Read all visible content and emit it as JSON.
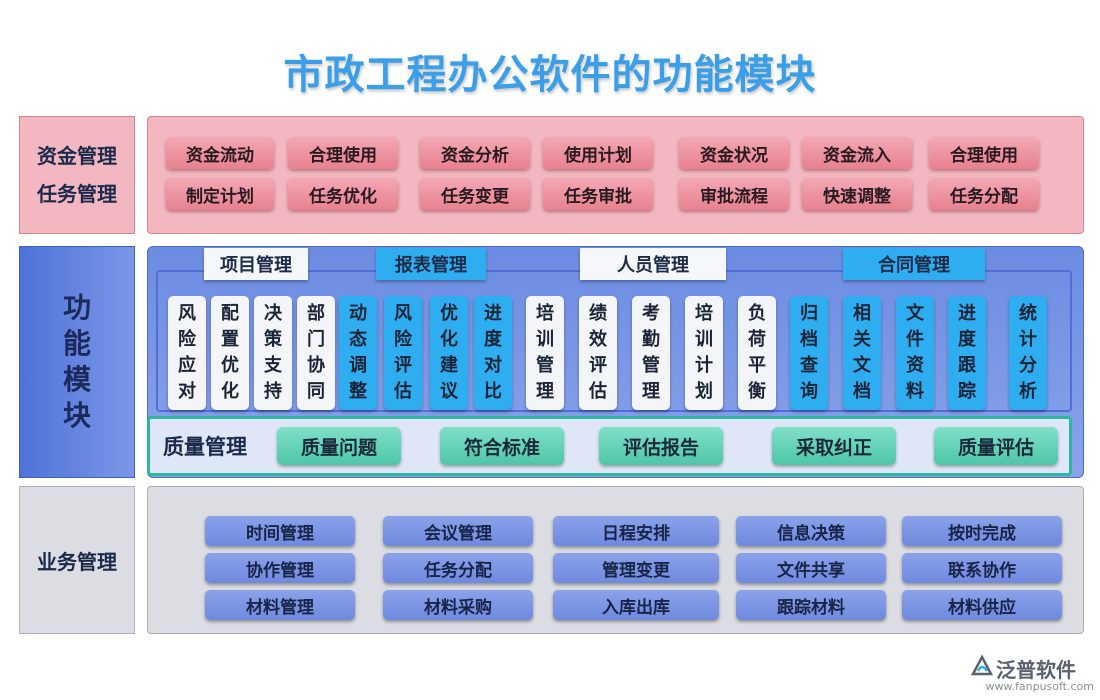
{
  "title": "市政工程办公软件的功能模块",
  "fund_section": {
    "label_line1": "资金管理",
    "label_line2": "任务管理",
    "row1": [
      "资金流动",
      "合理使用",
      "资金分析",
      "使用计划",
      "资金状况",
      "资金流入",
      "合理使用"
    ],
    "row2": [
      "制定计划",
      "任务优化",
      "任务变更",
      "任务审批",
      "审批流程",
      "快速调整",
      "任务分配"
    ]
  },
  "function_section": {
    "label": [
      "功",
      "能",
      "模",
      "块"
    ],
    "groups": [
      "项目管理",
      "报表管理",
      "人员管理",
      "合同管理"
    ],
    "items": [
      {
        "text": "风险应对",
        "style": "white"
      },
      {
        "text": "配置优化",
        "style": "white"
      },
      {
        "text": "决策支持",
        "style": "white"
      },
      {
        "text": "部门协同",
        "style": "white"
      },
      {
        "text": "动态调整",
        "style": "blue"
      },
      {
        "text": "风险评估",
        "style": "blue"
      },
      {
        "text": "优化建议",
        "style": "blue"
      },
      {
        "text": "进度对比",
        "style": "blue"
      },
      {
        "text": "培训管理",
        "style": "white"
      },
      {
        "text": "绩效评估",
        "style": "white"
      },
      {
        "text": "考勤管理",
        "style": "white"
      },
      {
        "text": "培训计划",
        "style": "white"
      },
      {
        "text": "负荷平衡",
        "style": "white"
      },
      {
        "text": "归档查询",
        "style": "blue"
      },
      {
        "text": "相关文档",
        "style": "blue"
      },
      {
        "text": "文件资料",
        "style": "blue"
      },
      {
        "text": "进度跟踪",
        "style": "blue"
      },
      {
        "text": "统计分析",
        "style": "blue"
      }
    ],
    "quality_label": "质量管理",
    "quality_items": [
      "质量问题",
      "符合标准",
      "评估报告",
      "采取纠正",
      "质量评估"
    ]
  },
  "business_section": {
    "label": "业务管理",
    "rows": [
      [
        "时间管理",
        "会议管理",
        "日程安排",
        "信息决策",
        "按时完成"
      ],
      [
        "协作管理",
        "任务分配",
        "管理变更",
        "文件共享",
        "联系协作"
      ],
      [
        "材料管理",
        "材料采购",
        "入库出库",
        "跟踪材料",
        "材料供应"
      ]
    ]
  },
  "logo": {
    "name": "泛普软件",
    "url": "www.fanpusoft.com"
  },
  "colors": {
    "title": "#3a9fe8",
    "fund_bg": "#f2b7c0",
    "fund_chip": "#e8818f",
    "func_bg": "#6c8ce2",
    "blue_chip": "#2eaef0",
    "quality_chip": "#4ec6a8",
    "biz_bg": "#dcdde2",
    "biz_chip": "#6f89de"
  }
}
